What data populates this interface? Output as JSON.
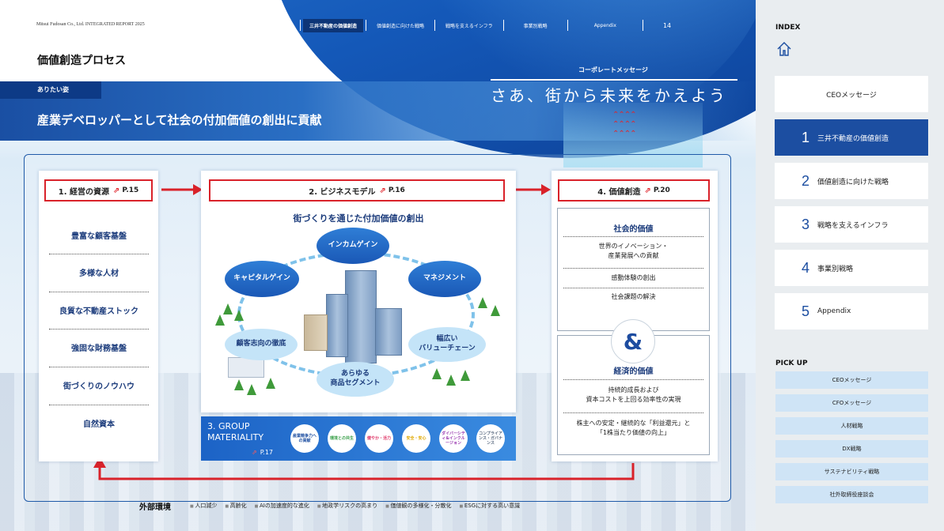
{
  "header": {
    "company": "Mitsui Fudosan Co., Ltd.    INTEGRATED REPORT 2025",
    "nav": [
      "三井不動産の価値創造",
      "価値創造に向けた戦略",
      "戦略を支えるインフラ",
      "事業別戦略",
      "Appendix"
    ],
    "page_number": "14"
  },
  "page_title": "価値創造プロセス",
  "ideal": {
    "label": "ありたい姿",
    "text": "産業デベロッパーとして社会の付加価値の創出に貢献"
  },
  "corporate": {
    "label": "コーポレートメッセージ",
    "message": "さあ、街から未来をかえよう"
  },
  "resources": {
    "title": "1. 経営の資源",
    "page": "P.15",
    "items": [
      "豊富な顧客基盤",
      "多様な人材",
      "良質な不動産ストック",
      "強固な財務基盤",
      "街づくりのノウハウ",
      "自然資本"
    ]
  },
  "business": {
    "title": "2. ビジネスモデル",
    "page": "P.16",
    "subtitle": "街づくりを通じた付加価値の創出",
    "bubbles": {
      "income": "インカムゲイン",
      "capital": "キャピタルゲイン",
      "management": "マネジメント",
      "customer": "顧客志向の徹底",
      "value_chain_1": "幅広い",
      "value_chain_2": "バリューチェーン",
      "segment_1": "あらゆる",
      "segment_2": "商品セグメント"
    }
  },
  "materiality": {
    "title_1": "3. GROUP",
    "title_2": "MATERIALITY",
    "page": "P.17",
    "items": [
      {
        "label": "産業競争力への貢献",
        "color": "#1c4ea1"
      },
      {
        "label": "環境との共生",
        "color": "#3aa04a"
      },
      {
        "label": "健やか・活力",
        "color": "#e03a6a"
      },
      {
        "label": "安全・安心",
        "color": "#e0a800"
      },
      {
        "label": "ダイバーシティ&インクルージョン",
        "color": "#9a3ab0"
      },
      {
        "label": "コンプライアンス・ガバナンス",
        "color": "#5a6a80"
      }
    ]
  },
  "value": {
    "title": "4. 価値創造",
    "page": "P.20",
    "social_head": "社会的価値",
    "social_items": [
      "世界のイノベーション・",
      "産業発展への貢献",
      "感動体験の創出",
      "社会課題の解決"
    ],
    "econ_head": "経済的価値",
    "econ_items": [
      "持続的成長および",
      "資本コストを上回る効率性の実現",
      "株主への安定・継続的な「利益還元」と",
      "「1株当たり価値の向上」"
    ]
  },
  "environment": {
    "label": "外部環境",
    "items": [
      "人口減少",
      "高齢化",
      "AIの加速度的な進化",
      "地政学リスクの高まり",
      "価値観の多様化・分散化",
      "ESGに対する高い意識"
    ]
  },
  "sidebar": {
    "index_label": "INDEX",
    "ceo": "CEOメッセージ",
    "items": [
      {
        "num": "1",
        "label": "三井不動産の価値創造"
      },
      {
        "num": "2",
        "label": "価値創造に向けた戦略"
      },
      {
        "num": "3",
        "label": "戦略を支えるインフラ"
      },
      {
        "num": "4",
        "label": "事業別戦略"
      },
      {
        "num": "5",
        "label": "Appendix"
      }
    ],
    "pickup_label": "PICK UP",
    "pickup": [
      "CEOメッセージ",
      "CFOメッセージ",
      "人材戦略",
      "DX戦略",
      "サステナビリティ戦略",
      "社外取締役座談会"
    ]
  }
}
